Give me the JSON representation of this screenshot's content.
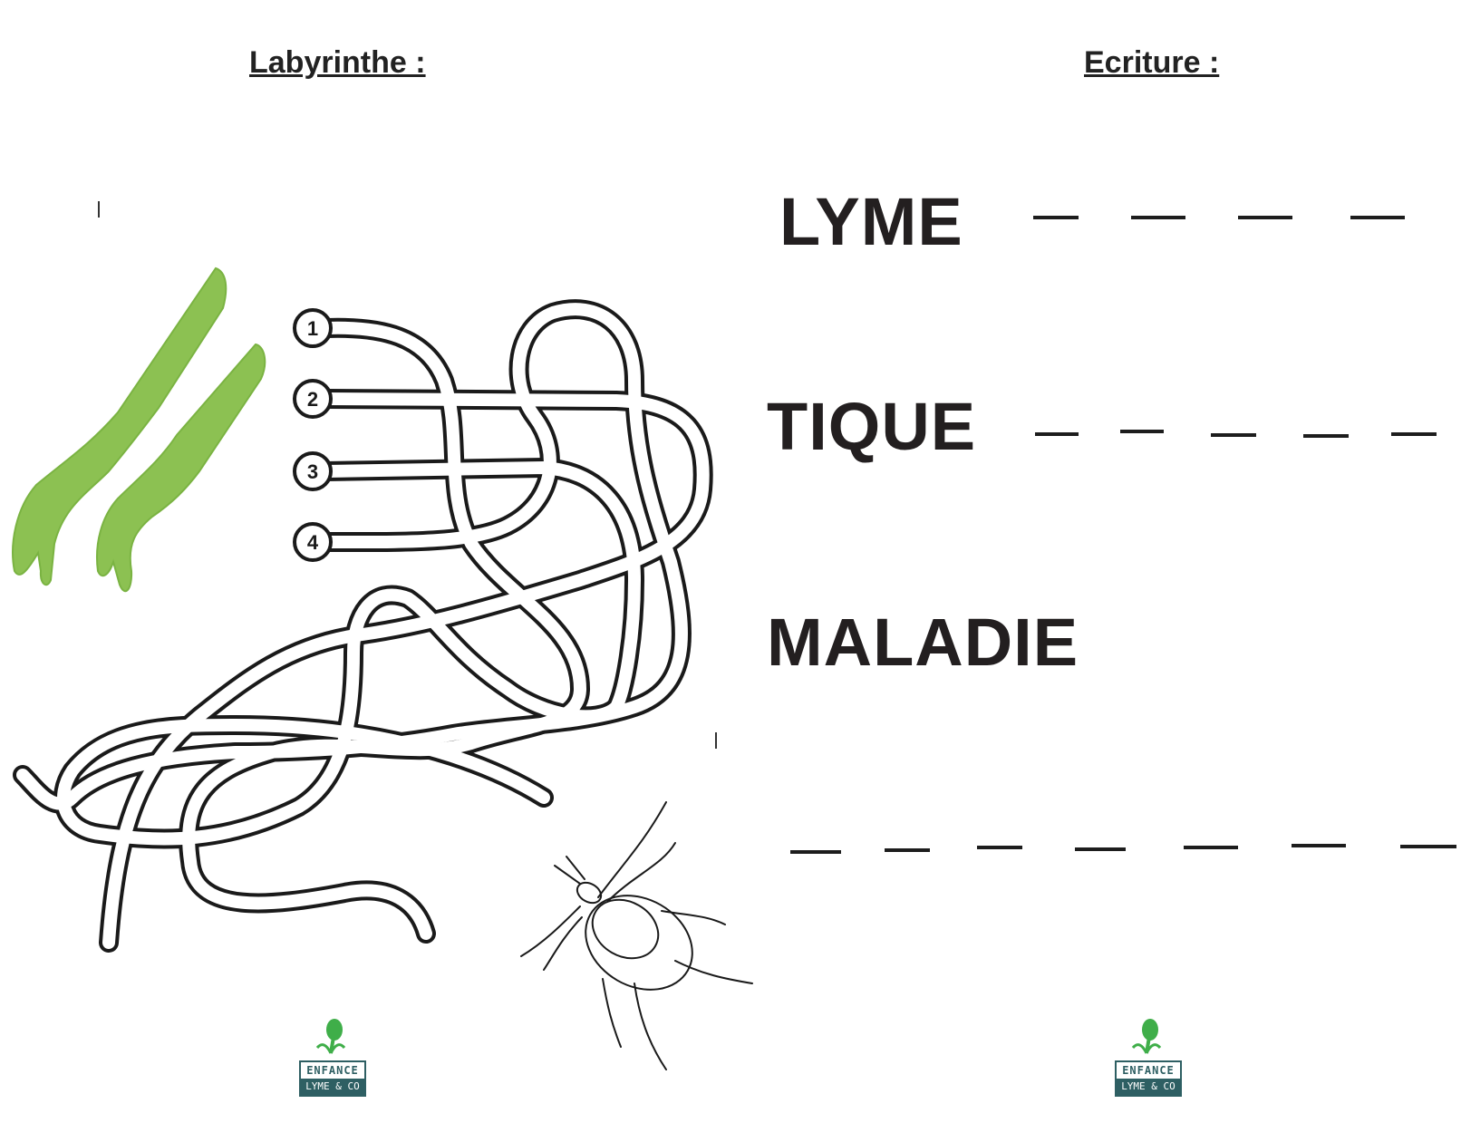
{
  "headings": {
    "left": "Labyrinthe :",
    "right": "Ecriture :"
  },
  "words": [
    "LYME",
    "TIQUE",
    "MALADIE"
  ],
  "maze": {
    "start_numbers": [
      "1",
      "2",
      "3",
      "4"
    ]
  },
  "logo": {
    "line1": "ENFANCE",
    "line2": "LYME & CO"
  },
  "colors": {
    "tick_remover_green": "#8cc152",
    "logo_teal": "#2e5f63",
    "logo_green": "#3fae49"
  },
  "icons": [
    "tick-remover-icon",
    "tick-icon",
    "logo-icon"
  ]
}
